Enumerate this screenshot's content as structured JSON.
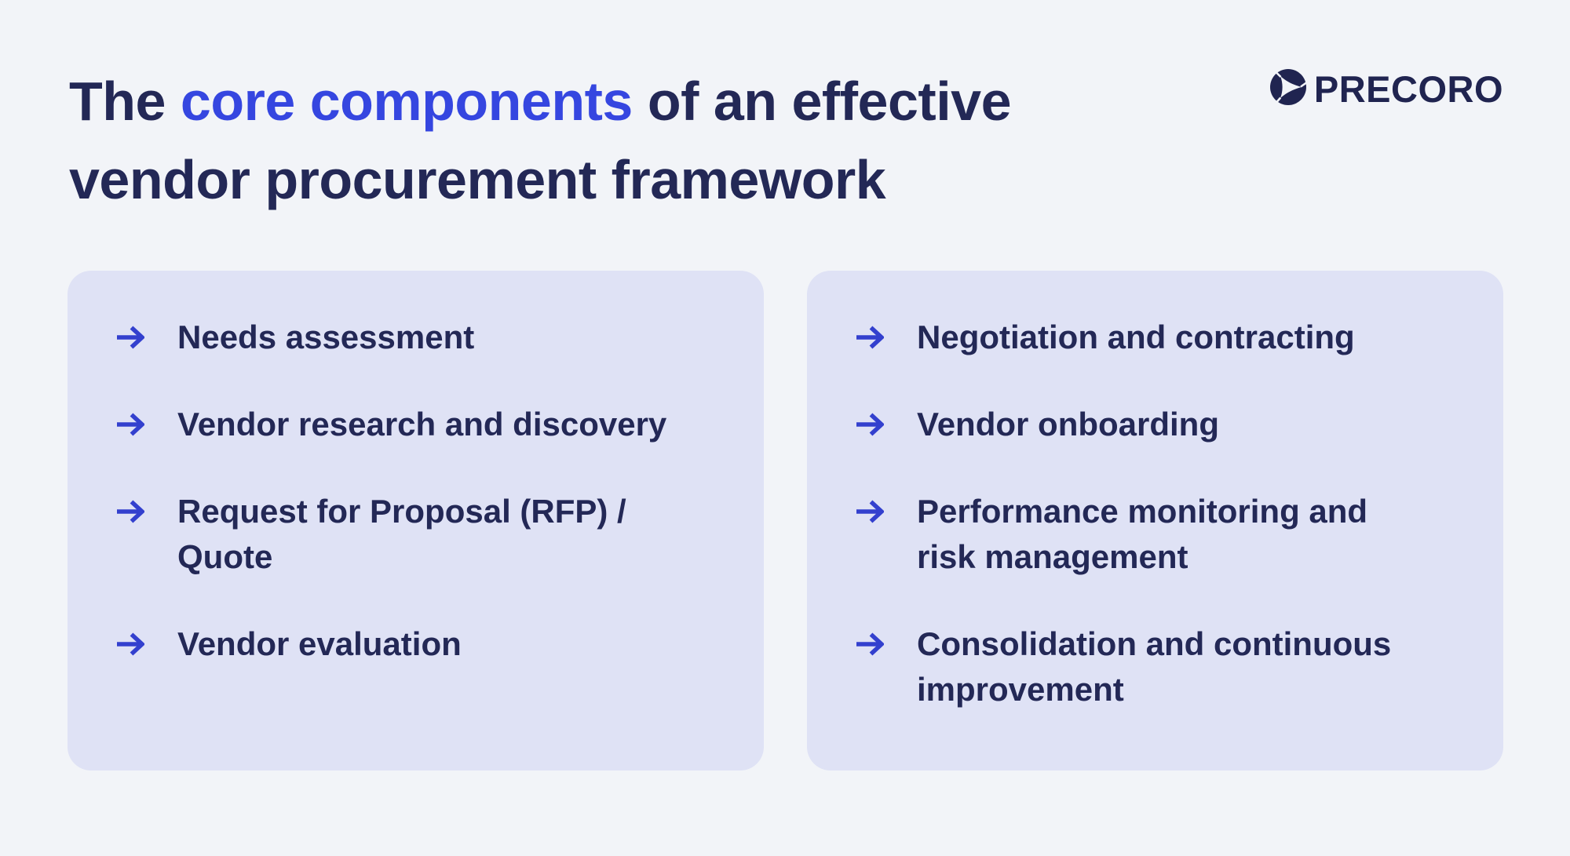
{
  "page": {
    "background": "#F2F4F8"
  },
  "title": {
    "part1": "The",
    "highlight": "core components",
    "part2": "of an effective",
    "line2": "vendor procurement framework"
  },
  "logo": {
    "brand": "PRECORO",
    "mark_icon": "precoro-circle-play-mark"
  },
  "icons": {
    "bullet": "right-arrow-icon"
  },
  "colors": {
    "page_bg": "#F2F4F8",
    "card_bg": "#DFE2F5",
    "navy": "#232856",
    "logo_navy": "#202450",
    "accent_blue": "#3546E0",
    "arrow_blue": "#3340CE"
  },
  "cards": [
    {
      "items": [
        "Needs assessment",
        "Vendor research and discovery",
        "Request for Proposal (RFP) / Quote",
        "Vendor evaluation"
      ]
    },
    {
      "items": [
        "Negotiation and contracting",
        "Vendor onboarding",
        "Performance monitoring and risk management",
        "Consolidation and continuous improvement"
      ]
    }
  ]
}
